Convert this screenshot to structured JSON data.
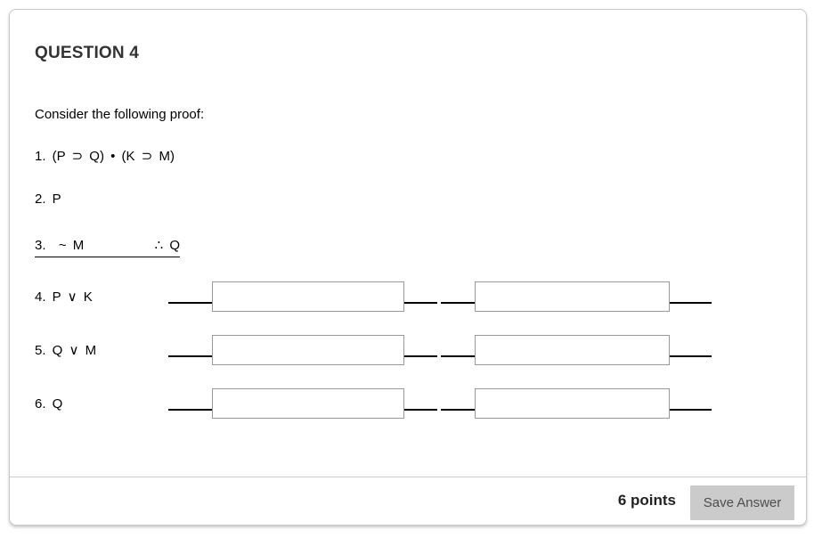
{
  "question": {
    "title": "QUESTION 4",
    "prompt": "Consider the following proof:",
    "premises": [
      "1. (P ⊃ Q) • (K ⊃ M)",
      "2. P"
    ],
    "line3": {
      "left": "3.  ~ M",
      "right": "∴ Q"
    },
    "blank_rows": [
      {
        "label": "4. P ∨ K",
        "input1_value": "",
        "input2_value": ""
      },
      {
        "label": "5. Q ∨ M",
        "input1_value": "",
        "input2_value": ""
      },
      {
        "label": "6. Q",
        "input1_value": "",
        "input2_value": ""
      }
    ]
  },
  "footer": {
    "points_label": "6 points",
    "save_button_label": "Save Answer"
  },
  "colors": {
    "panel_border": "#c9c9c9",
    "input_border": "#999999",
    "connector_line": "#000000",
    "button_bg": "#cbcbcb",
    "button_text": "#4d4d4d",
    "heading_text": "#333333"
  }
}
